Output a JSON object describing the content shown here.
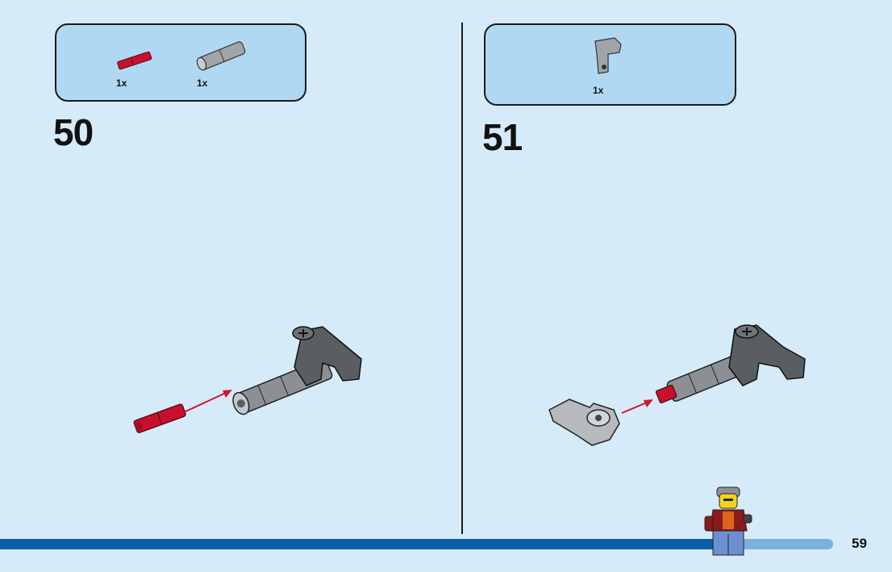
{
  "steps": [
    {
      "number": "50",
      "parts": [
        {
          "qty": "1x",
          "part": "red-axle-pin"
        },
        {
          "qty": "1x",
          "part": "gray-axle-connector"
        }
      ]
    },
    {
      "number": "51",
      "parts": [
        {
          "qty": "1x",
          "part": "gray-angle-connector"
        }
      ]
    }
  ],
  "page_number": "59",
  "colors": {
    "background": "#d6ebfa",
    "parts_box": "#b0d8f2",
    "bar_main": "#0a5ea8",
    "bar_light": "#7ab0e0",
    "part_red": "#c8102e",
    "part_light_gray": "#a0a5a9",
    "part_dark_gray": "#5b5e61",
    "arrow": "#d0182a"
  }
}
